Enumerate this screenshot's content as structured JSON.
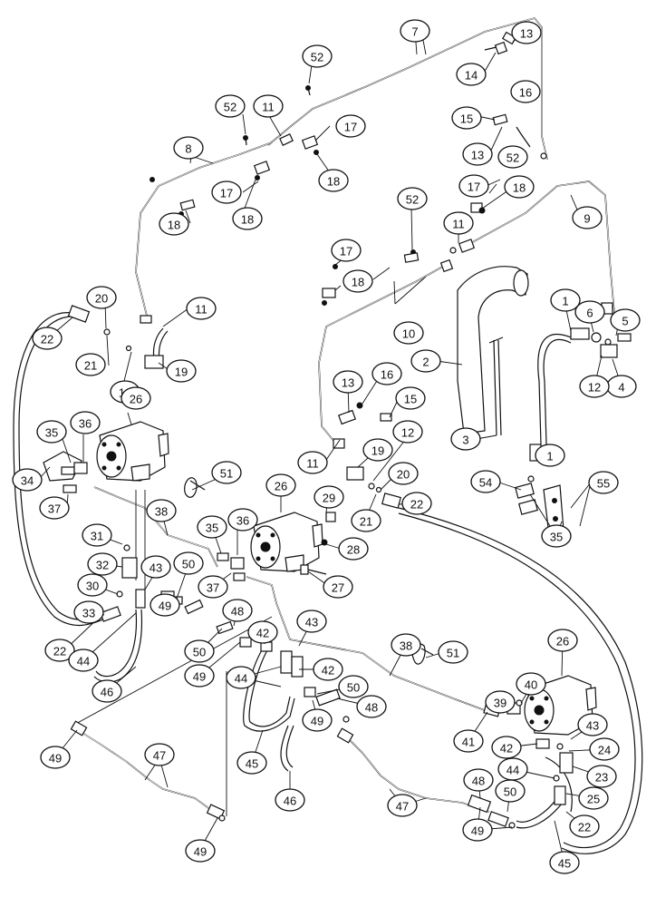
{
  "callouts": [
    {
      "id": "c-7",
      "label": "7"
    },
    {
      "id": "c-13a",
      "label": "13"
    },
    {
      "id": "c-52a",
      "label": "52"
    },
    {
      "id": "c-14",
      "label": "14"
    },
    {
      "id": "c-16a",
      "label": "16"
    },
    {
      "id": "c-52b",
      "label": "52"
    },
    {
      "id": "c-11a",
      "label": "11"
    },
    {
      "id": "c-15a",
      "label": "15"
    },
    {
      "id": "c-17a",
      "label": "17"
    },
    {
      "id": "c-8",
      "label": "8"
    },
    {
      "id": "c-13b",
      "label": "13"
    },
    {
      "id": "c-52c",
      "label": "52"
    },
    {
      "id": "c-18a",
      "label": "18"
    },
    {
      "id": "c-17b",
      "label": "17"
    },
    {
      "id": "c-18b",
      "label": "18"
    },
    {
      "id": "c-17c",
      "label": "17"
    },
    {
      "id": "c-18c",
      "label": "18"
    },
    {
      "id": "c-9",
      "label": "9"
    },
    {
      "id": "c-52d",
      "label": "52"
    },
    {
      "id": "c-18d",
      "label": "18"
    },
    {
      "id": "c-11b",
      "label": "11"
    },
    {
      "id": "c-17d",
      "label": "17"
    },
    {
      "id": "c-18e",
      "label": "18"
    },
    {
      "id": "c-20a",
      "label": "20"
    },
    {
      "id": "c-11c",
      "label": "11"
    },
    {
      "id": "c-1a",
      "label": "1"
    },
    {
      "id": "c-6",
      "label": "6"
    },
    {
      "id": "c-5",
      "label": "5"
    },
    {
      "id": "c-22a",
      "label": "22"
    },
    {
      "id": "c-10",
      "label": "10"
    },
    {
      "id": "c-21a",
      "label": "21"
    },
    {
      "id": "c-19a",
      "label": "19"
    },
    {
      "id": "c-2",
      "label": "2"
    },
    {
      "id": "c-12a",
      "label": "12"
    },
    {
      "id": "c-4",
      "label": "4"
    },
    {
      "id": "c-12b",
      "label": "12"
    },
    {
      "id": "c-26a",
      "label": "26"
    },
    {
      "id": "c-13c",
      "label": "13"
    },
    {
      "id": "c-16b",
      "label": "16"
    },
    {
      "id": "c-15b",
      "label": "15"
    },
    {
      "id": "c-35a",
      "label": "35"
    },
    {
      "id": "c-36a",
      "label": "36"
    },
    {
      "id": "c-3",
      "label": "3"
    },
    {
      "id": "c-12c",
      "label": "12"
    },
    {
      "id": "c-19b",
      "label": "19"
    },
    {
      "id": "c-1b",
      "label": "1"
    },
    {
      "id": "c-34",
      "label": "34"
    },
    {
      "id": "c-51a",
      "label": "51"
    },
    {
      "id": "c-11d",
      "label": "11"
    },
    {
      "id": "c-20b",
      "label": "20"
    },
    {
      "id": "c-54",
      "label": "54"
    },
    {
      "id": "c-55",
      "label": "55"
    },
    {
      "id": "c-37a",
      "label": "37"
    },
    {
      "id": "c-26b",
      "label": "26"
    },
    {
      "id": "c-29",
      "label": "29"
    },
    {
      "id": "c-22b",
      "label": "22"
    },
    {
      "id": "c-21b",
      "label": "21"
    },
    {
      "id": "c-38a",
      "label": "38"
    },
    {
      "id": "c-35b",
      "label": "35"
    },
    {
      "id": "c-36b",
      "label": "36"
    },
    {
      "id": "c-35c",
      "label": "35"
    },
    {
      "id": "c-31",
      "label": "31"
    },
    {
      "id": "c-28",
      "label": "28"
    },
    {
      "id": "c-32",
      "label": "32"
    },
    {
      "id": "c-43a",
      "label": "43"
    },
    {
      "id": "c-50a",
      "label": "50"
    },
    {
      "id": "c-37b",
      "label": "37"
    },
    {
      "id": "c-27",
      "label": "27"
    },
    {
      "id": "c-30",
      "label": "30"
    },
    {
      "id": "c-33",
      "label": "33"
    },
    {
      "id": "c-49a",
      "label": "49"
    },
    {
      "id": "c-48a",
      "label": "48"
    },
    {
      "id": "c-43b",
      "label": "43"
    },
    {
      "id": "c-22c",
      "label": "22"
    },
    {
      "id": "c-42a",
      "label": "42"
    },
    {
      "id": "c-44a",
      "label": "44"
    },
    {
      "id": "c-50b",
      "label": "50"
    },
    {
      "id": "c-38b",
      "label": "38"
    },
    {
      "id": "c-51b",
      "label": "51"
    },
    {
      "id": "c-26c",
      "label": "26"
    },
    {
      "id": "c-49b",
      "label": "49"
    },
    {
      "id": "c-46a",
      "label": "46"
    },
    {
      "id": "c-42b",
      "label": "42"
    },
    {
      "id": "c-44b",
      "label": "44"
    },
    {
      "id": "c-50c",
      "label": "50"
    },
    {
      "id": "c-40",
      "label": "40"
    },
    {
      "id": "c-39",
      "label": "39"
    },
    {
      "id": "c-49c",
      "label": "49"
    },
    {
      "id": "c-48b",
      "label": "48"
    },
    {
      "id": "c-43c",
      "label": "43"
    },
    {
      "id": "c-49d",
      "label": "49"
    },
    {
      "id": "c-41",
      "label": "41"
    },
    {
      "id": "c-42c",
      "label": "42"
    },
    {
      "id": "c-24",
      "label": "24"
    },
    {
      "id": "c-47a",
      "label": "47"
    },
    {
      "id": "c-45a",
      "label": "45"
    },
    {
      "id": "c-44c",
      "label": "44"
    },
    {
      "id": "c-23",
      "label": "23"
    },
    {
      "id": "c-46b",
      "label": "46"
    },
    {
      "id": "c-47b",
      "label": "47"
    },
    {
      "id": "c-25",
      "label": "25"
    },
    {
      "id": "c-48c",
      "label": "48"
    },
    {
      "id": "c-50d",
      "label": "50"
    },
    {
      "id": "c-22d",
      "label": "22"
    },
    {
      "id": "c-49e",
      "label": "49"
    },
    {
      "id": "c-49f",
      "label": "49"
    },
    {
      "id": "c-45b",
      "label": "45"
    }
  ]
}
